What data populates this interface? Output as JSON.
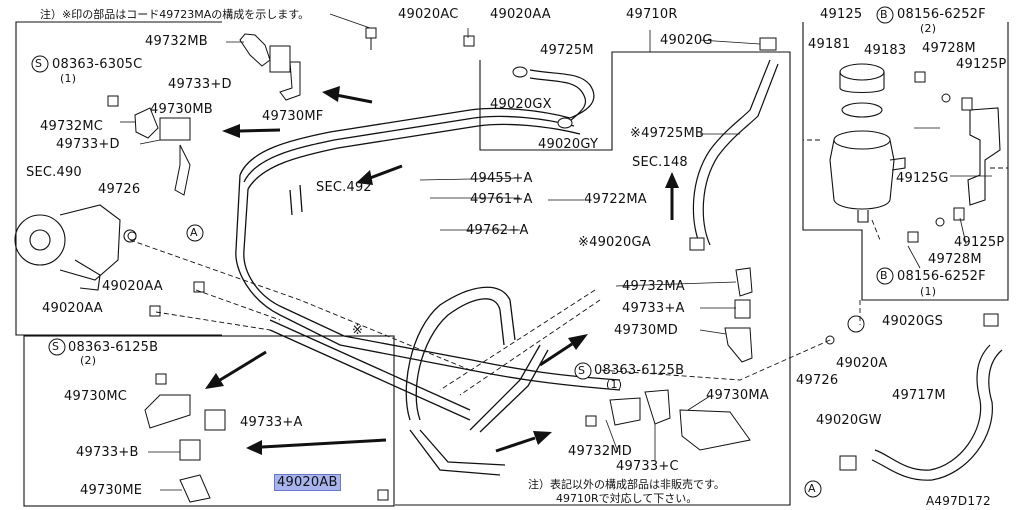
{
  "notes": {
    "top": "注）※印の部品はコード49723MAの構成を示します。",
    "bottom1": "注）表記以外の構成部品は非販売です。",
    "bottom2": "49710Rで対応して下さい。"
  },
  "diagram_id": "A497D172",
  "labels": {
    "l49020AC": "49020AC",
    "l49020AA_top": "49020AA",
    "l49710R": "49710R",
    "l49125": "49125",
    "l08156_top": "08156-6252F",
    "l08156_top_qty": "(2)",
    "l49732MB": "49732MB",
    "l49725M": "49725M",
    "l49020G": "49020G",
    "l49181": "49181",
    "l49183": "49183",
    "l49728M_top": "49728M",
    "l49125P_top": "49125P",
    "l08363_6305C": "08363-6305C",
    "l08363_6305C_qty": "(1)",
    "l49733D_top": "49733+D",
    "l49020GX": "49020GX",
    "l49730MB": "49730MB",
    "l49730MF": "49730MF",
    "l49732MC": "49732MC",
    "l49733D_mid": "49733+D",
    "l49020GY": "49020GY",
    "l49725MB": "※49725MB",
    "lSEC148": "SEC.148",
    "lSEC490": "SEC.490",
    "lSEC492": "SEC.492",
    "l49726_left": "49726",
    "l49455A": "49455+A",
    "l49761A": "49761+A",
    "l49722MA": "49722MA",
    "l49125G": "49125G",
    "l49762A": "49762A",
    "l49762A_pre": "49762+A",
    "l49020GA": "※49020GA",
    "l49125P_bot": "49125P",
    "l49728M_bot": "49728M",
    "l08156_bot": "08156-6252F",
    "l08156_bot_qty": "(1)",
    "l49020AA_mid": "49020AA",
    "l49020AA_low": "49020AA",
    "l49732MA": "49732MA",
    "l49733A_right": "49733+A",
    "l49730MD": "49730MD",
    "l49020GS": "49020GS",
    "l49020A": "49020A",
    "l49726_right": "49726",
    "l49717M": "49717M",
    "l08363_6125B_left": "08363-6125B",
    "l08363_6125B_left_qty": "(2)",
    "l08363_6125B_right": "08363-6125B",
    "l08363_6125B_right_qty": "(1)",
    "l49730MC": "49730MC",
    "l49733A_left": "49733+A",
    "l49730MA": "49730MA",
    "l49733B": "49733+B",
    "l49732MD": "49732MD",
    "l49733C": "49733+C",
    "l49020GW": "49020GW",
    "l49730ME": "49730ME",
    "l49020AB": "49020AB",
    "markA": "A",
    "markB": "B",
    "markS": "S",
    "asterisk": "※"
  }
}
